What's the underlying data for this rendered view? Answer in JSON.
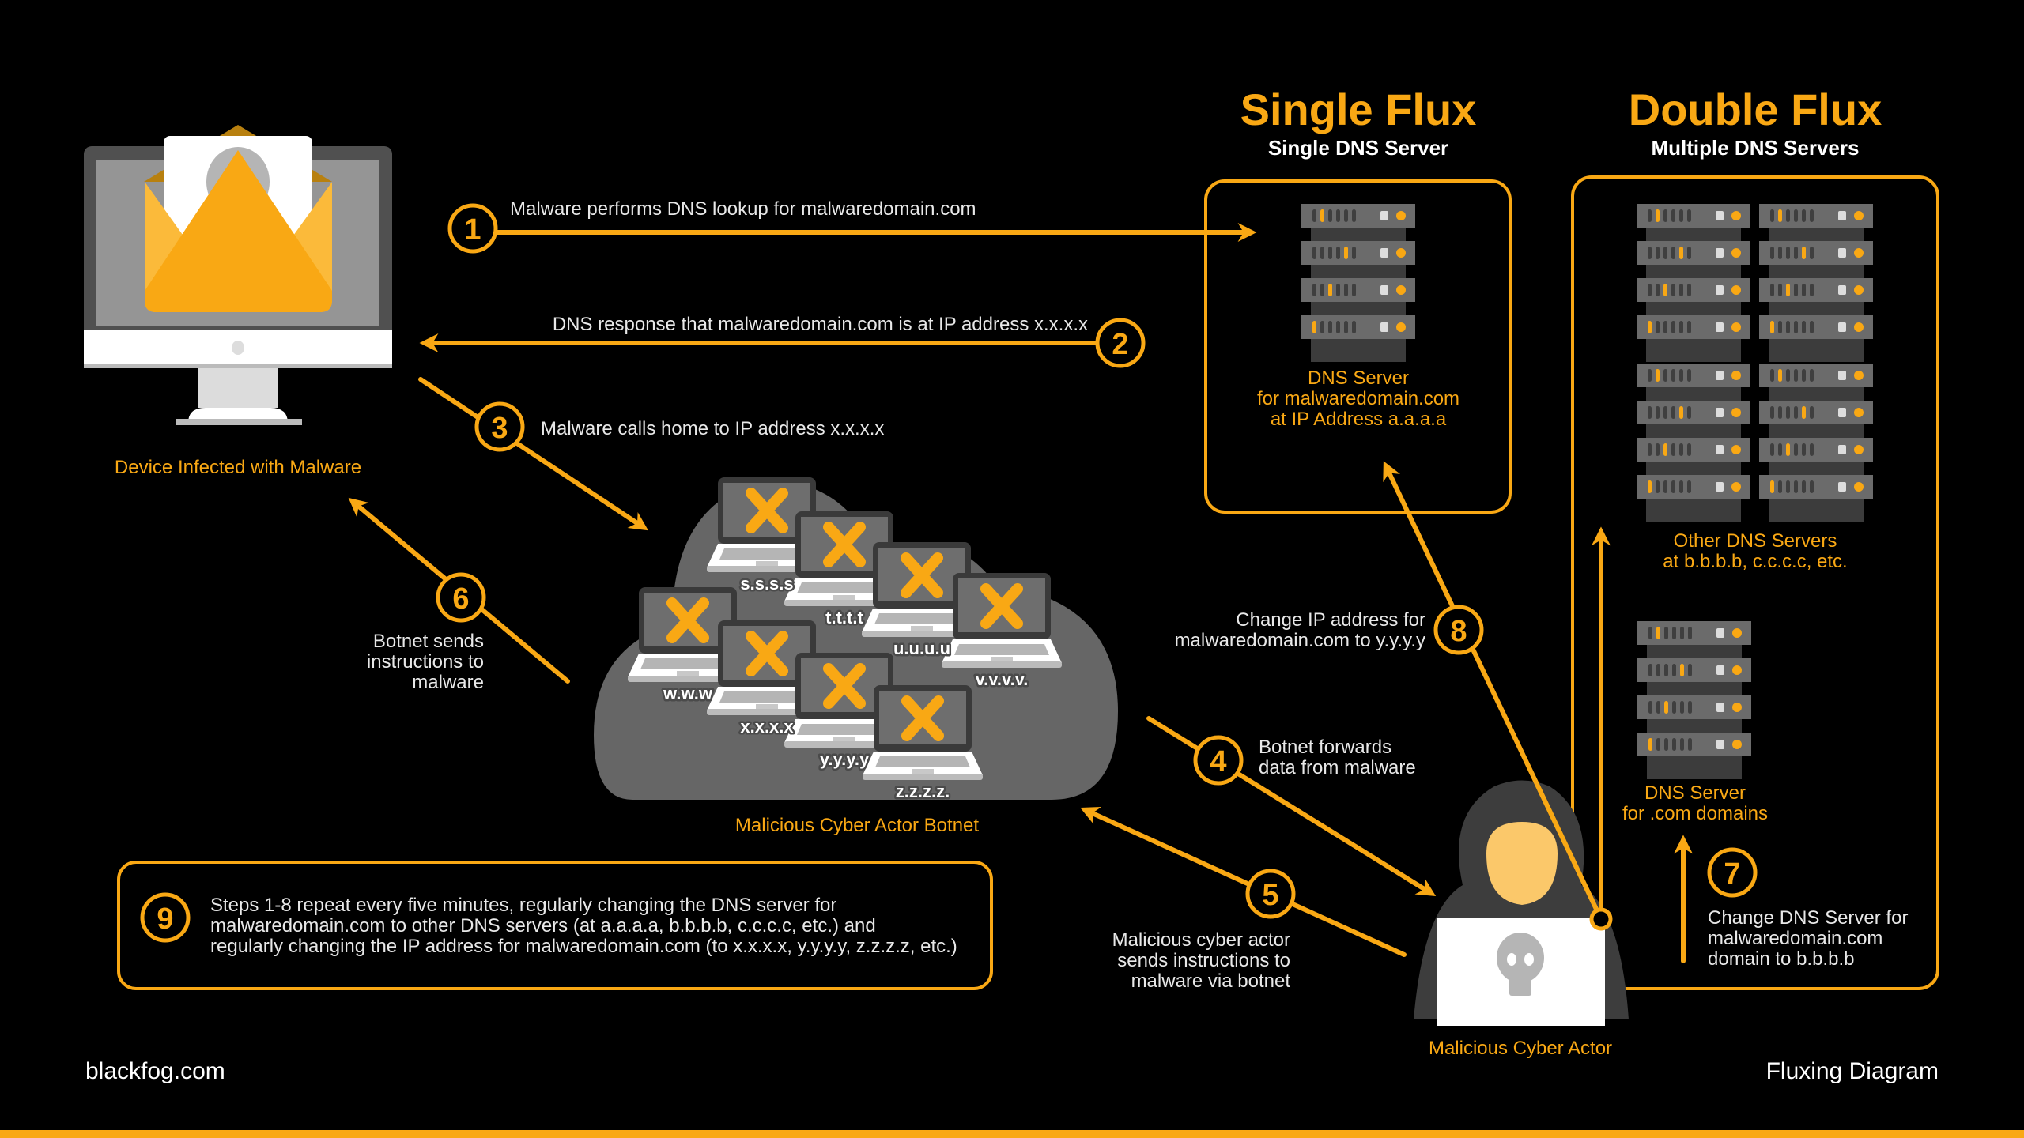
{
  "colors": {
    "accent": "#F9A814",
    "background": "#000000",
    "cloud": "#666666"
  },
  "device": {
    "label": "Device Infected with Malware",
    "icon": "monitor-with-malware-email-icon"
  },
  "botnet": {
    "label": "Malicious Cyber Actor Botnet",
    "nodes": [
      "s.s.s.s",
      "t.t.t.t",
      "u.u.u.u",
      "v.v.v.v.",
      "w.w.w",
      "x.x.x.x",
      "y.y.y.y",
      "z.z.z.z."
    ]
  },
  "actor": {
    "label": "Malicious Cyber Actor",
    "icon": "hacker-icon"
  },
  "single_flux": {
    "title": "Single Flux",
    "subtitle": "Single DNS Server",
    "server_label": [
      "DNS Server",
      "for malwaredomain.com",
      "at IP Address a.a.a.a"
    ]
  },
  "double_flux": {
    "title": "Double Flux",
    "subtitle": "Multiple DNS Servers",
    "other_label": [
      "Other DNS Servers",
      "at b.b.b.b, c.c.c.c, etc."
    ],
    "com_label": [
      "DNS Server",
      "for .com domains"
    ]
  },
  "steps": [
    {
      "n": "1",
      "text": [
        "Malware performs DNS lookup for malwaredomain.com"
      ]
    },
    {
      "n": "2",
      "text": [
        "DNS response that malwaredomain.com is at IP address x.x.x.x"
      ]
    },
    {
      "n": "3",
      "text": [
        "Malware calls home to IP address x.x.x.x"
      ]
    },
    {
      "n": "4",
      "text": [
        "Botnet forwards",
        "data from malware"
      ]
    },
    {
      "n": "5",
      "text": [
        "Malicious cyber actor",
        "sends instructions to",
        "malware via botnet"
      ]
    },
    {
      "n": "6",
      "text": [
        "Botnet sends",
        "instructions to",
        "malware"
      ]
    },
    {
      "n": "7",
      "text": [
        "Change DNS Server for",
        "malwaredomain.com",
        "domain to b.b.b.b"
      ]
    },
    {
      "n": "8",
      "text": [
        "Change IP address for",
        "malwaredomain.com to y.y.y.y"
      ]
    },
    {
      "n": "9",
      "text": [
        "Steps 1-8 repeat every five minutes, regularly changing the DNS server for",
        "malwaredomain.com to other DNS servers (at a.a.a.a, b.b.b.b, c.c.c.c, etc.) and",
        "regularly changing the IP address for malwaredomain.com (to x.x.x.x, y.y.y.y, z.z.z.z, etc.)"
      ]
    }
  ],
  "footer": {
    "brand": "blackfog.com",
    "caption": "Fluxing Diagram"
  }
}
